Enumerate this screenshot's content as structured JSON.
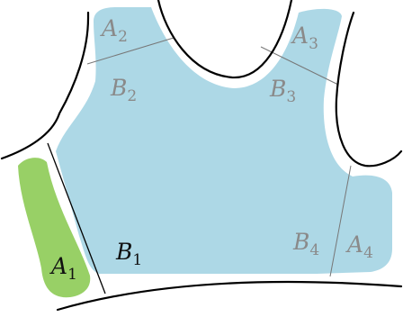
{
  "colors": {
    "region_blue": "#add8e6",
    "region_green": "#98d066",
    "curve": "#000000",
    "divider": "#777777",
    "label_muted": "#8a8a8a",
    "label_dark": "#111111"
  },
  "labels": {
    "A1": {
      "base": "A",
      "sub": "1"
    },
    "A2": {
      "base": "A",
      "sub": "2"
    },
    "A3": {
      "base": "A",
      "sub": "3"
    },
    "A4": {
      "base": "A",
      "sub": "4"
    },
    "B1": {
      "base": "B",
      "sub": "1"
    },
    "B2": {
      "base": "B",
      "sub": "2"
    },
    "B3": {
      "base": "B",
      "sub": "3"
    },
    "B4": {
      "base": "B",
      "sub": "4"
    }
  }
}
